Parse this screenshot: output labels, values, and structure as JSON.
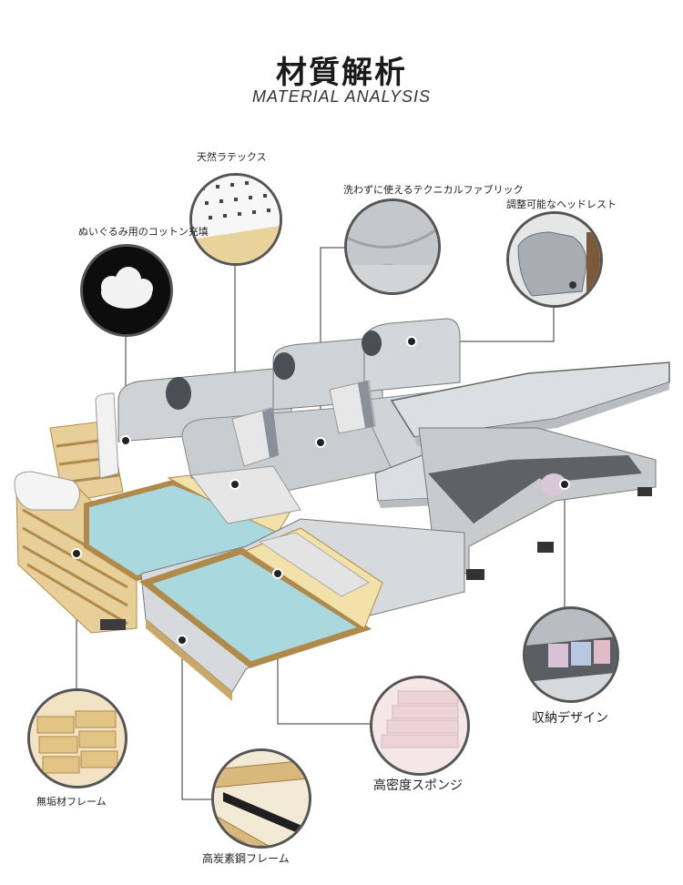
{
  "header": {
    "title": "材質解析",
    "subtitle": "MATERIAL ANALYSIS"
  },
  "callouts": {
    "latex": "天然ラテックス",
    "cotton": "ぬいぐるみ用のコットン充填",
    "fabric": "洗わずに使えるテクニカルファブリック",
    "headrest": "調整可能なヘッドレスト",
    "storage": "収納デザイン",
    "sponge": "高密度スポンジ",
    "wood": "無垢材フレーム",
    "steel": "高炭素鋼フレーム"
  },
  "colors": {
    "sofa": "#d9dcde",
    "wood": "#e8cf97",
    "foam": "#a9d9df",
    "line": "#333333"
  }
}
